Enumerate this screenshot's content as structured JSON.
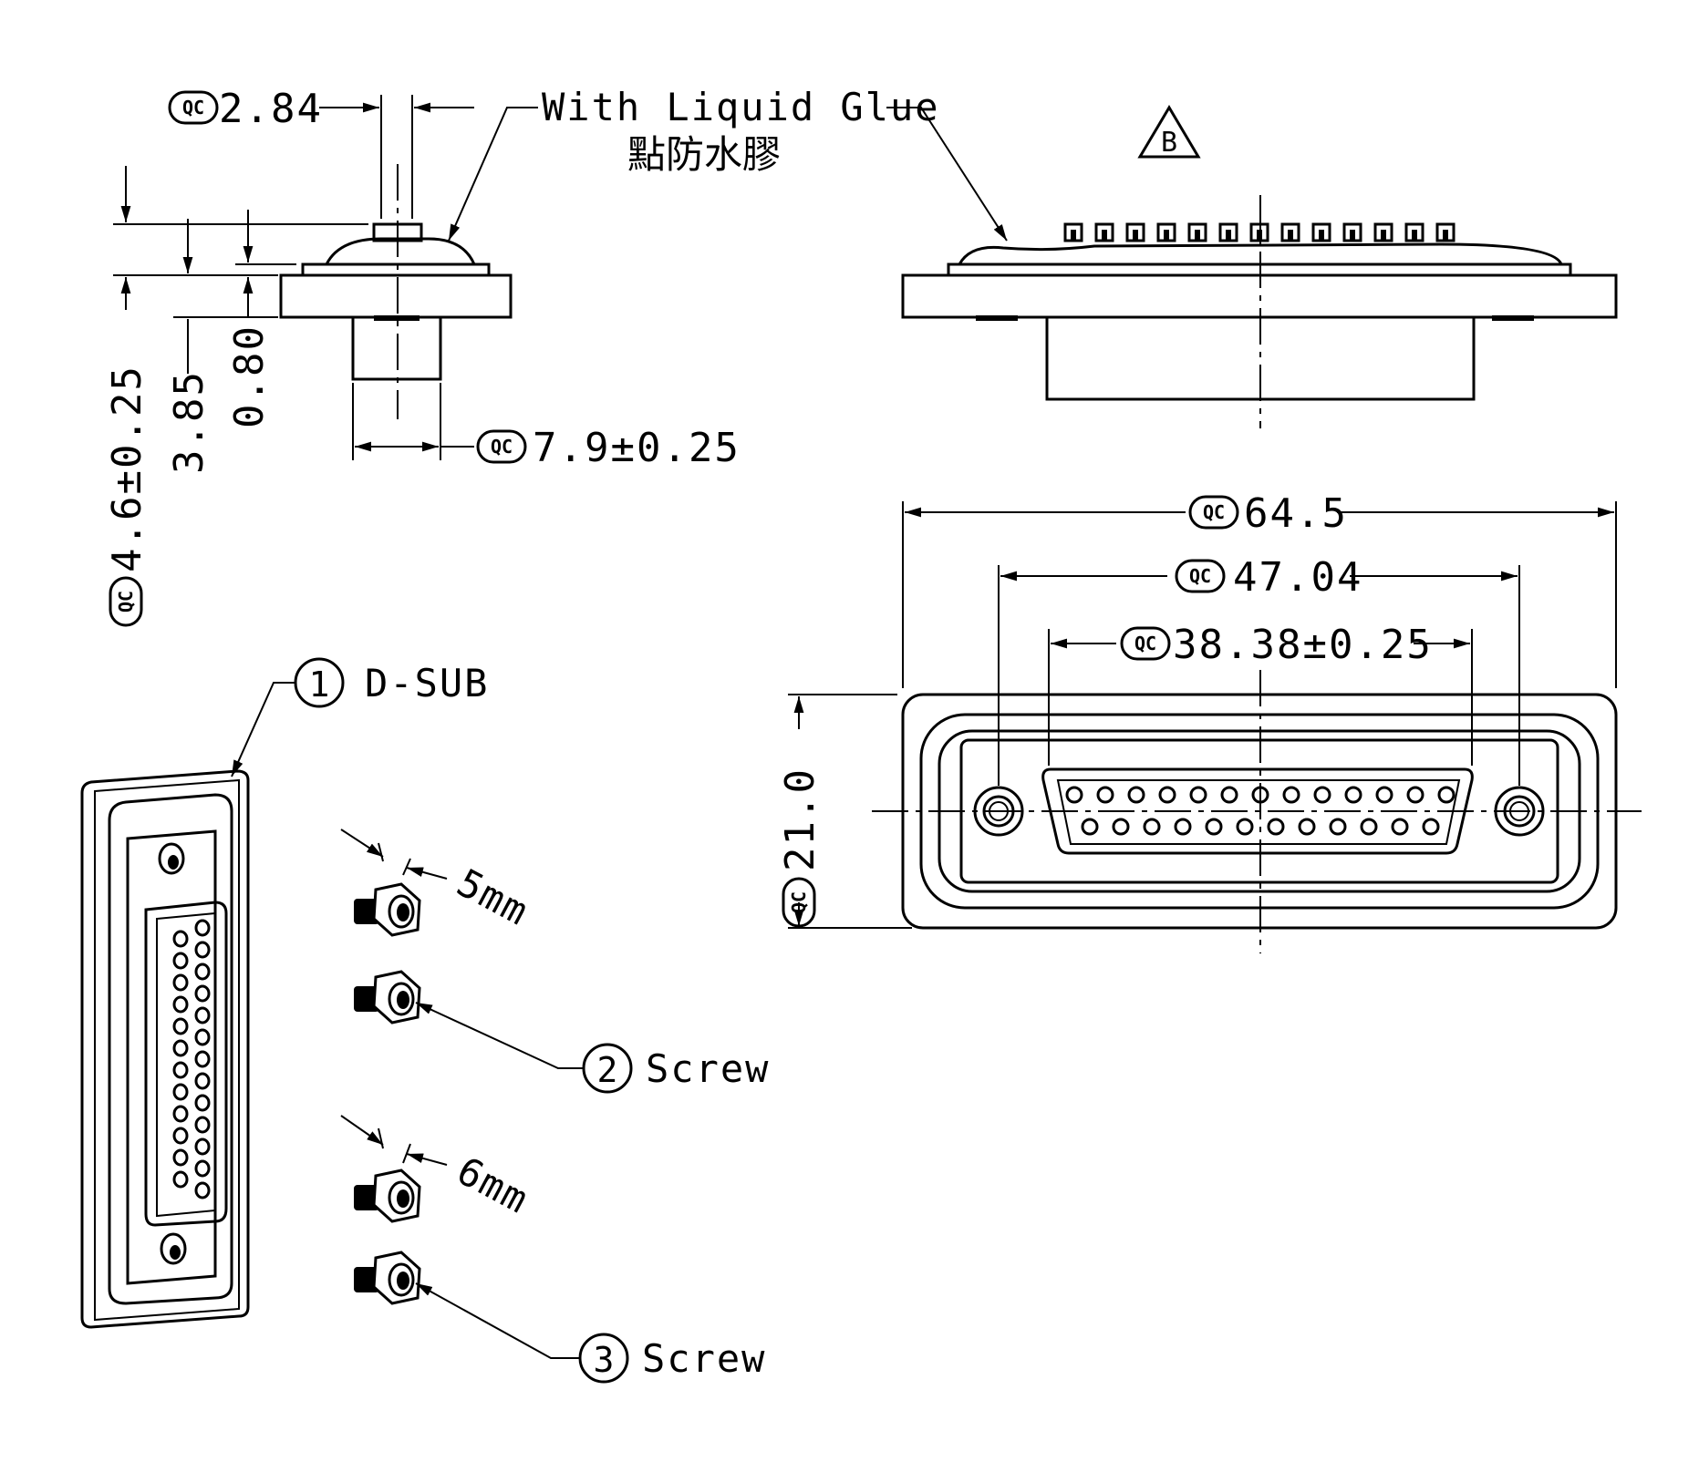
{
  "side_view": {
    "dim_pin_width": "2.84",
    "dim_body_height": "4.6±0.25",
    "dim_height_2": "3.85",
    "dim_height_3": "0.80",
    "dim_shell_width": "7.9±0.25"
  },
  "callouts": {
    "glue_en": "With Liquid Glue",
    "glue_zh": "點防水膠",
    "rev_mark": "B",
    "qc_mark": "QC"
  },
  "front_view": {
    "dim_flange_width": "64.5",
    "dim_hole_pitch": "47.04",
    "dim_shell_width": "38.38±0.25",
    "dim_flange_height": "21.0"
  },
  "parts": [
    {
      "number": "1",
      "name": "D-SUB"
    },
    {
      "number": "2",
      "name": "Screw",
      "length": "5mm"
    },
    {
      "number": "3",
      "name": "Screw",
      "length": "6mm"
    }
  ]
}
